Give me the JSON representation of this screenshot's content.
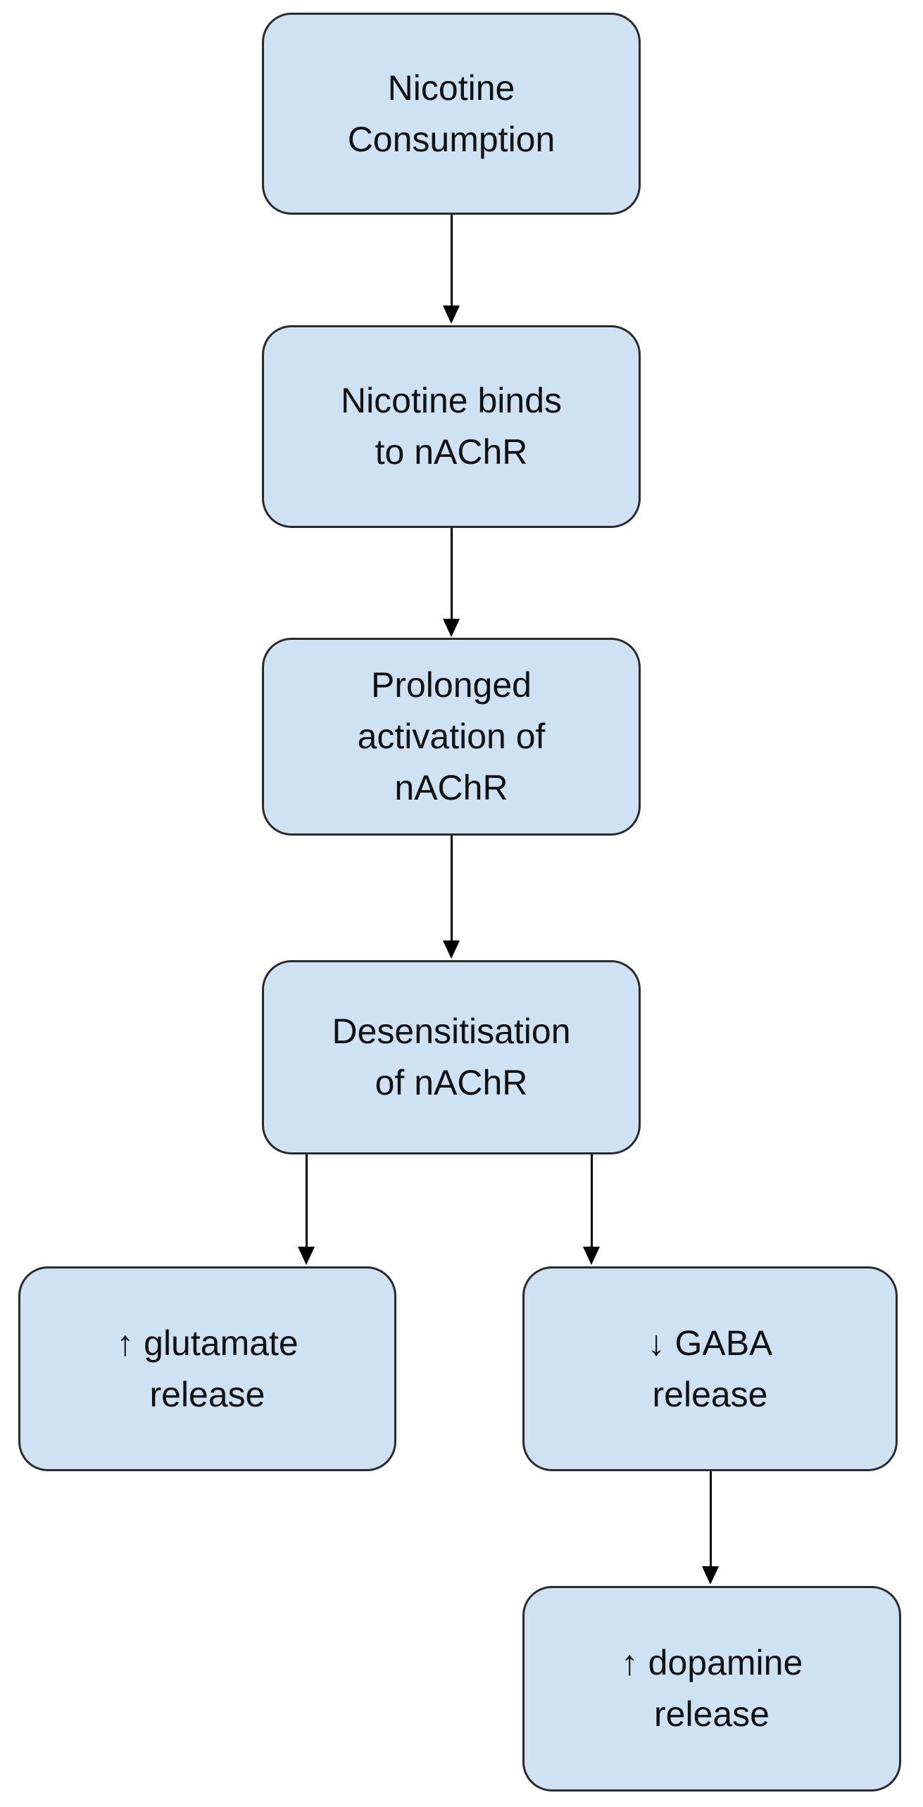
{
  "colors": {
    "background": "#ffffff",
    "node_fill": "#cfe2f3",
    "node_border": "#2b2b2b",
    "arrow": "#000000",
    "text": "#111111"
  },
  "nodes": [
    {
      "id": "nicotine-consumption",
      "label": "Nicotine\nConsumption"
    },
    {
      "id": "nicotine-binds-to-nachr",
      "label": "Nicotine binds\nto nAChR"
    },
    {
      "id": "prolonged-activation-nachr",
      "label": "Prolonged\nactivation of\nnAChR"
    },
    {
      "id": "desensitisation-of-nachr",
      "label": "Desensitisation\nof nAChR"
    },
    {
      "id": "increased-glutamate-release",
      "label": "↑ glutamate\nrelease"
    },
    {
      "id": "decreased-gaba-release",
      "label": "↓ GABA\nrelease"
    },
    {
      "id": "increased-dopamine-release",
      "label": "↑ dopamine\nrelease"
    }
  ],
  "edges": [
    {
      "from": "nicotine-consumption",
      "to": "nicotine-binds-to-nachr"
    },
    {
      "from": "nicotine-binds-to-nachr",
      "to": "prolonged-activation-nachr"
    },
    {
      "from": "prolonged-activation-nachr",
      "to": "desensitisation-of-nachr"
    },
    {
      "from": "desensitisation-of-nachr",
      "to": "increased-glutamate-release"
    },
    {
      "from": "desensitisation-of-nachr",
      "to": "decreased-gaba-release"
    },
    {
      "from": "decreased-gaba-release",
      "to": "increased-dopamine-release"
    }
  ]
}
